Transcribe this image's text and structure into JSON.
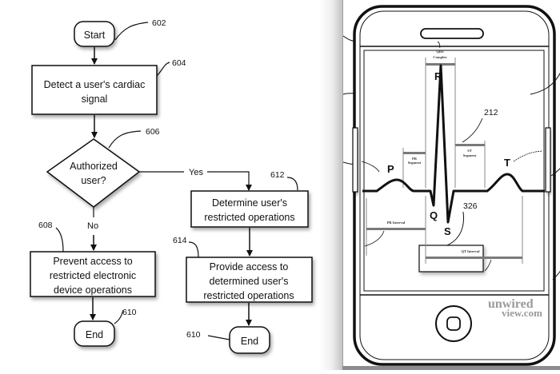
{
  "flowchart": {
    "nodes": {
      "start": {
        "label": "Start",
        "ref": "602"
      },
      "detect": {
        "line1": "Detect a user's cardiac",
        "line2": "signal",
        "ref": "604"
      },
      "decision": {
        "line1": "Authorized",
        "line2": "user?",
        "ref": "606"
      },
      "prevent": {
        "line1": "Prevent access to",
        "line2": "restricted electronic",
        "line3": "device operations",
        "ref": "608"
      },
      "determine": {
        "line1": "Determine user's",
        "line2": "restricted operations",
        "ref": "612"
      },
      "provide": {
        "line1": "Provide access to",
        "line2": "determined user's",
        "line3": "restricted operations",
        "ref": "614"
      },
      "end_left": {
        "label": "End",
        "ref": "610"
      },
      "end_right": {
        "label": "End",
        "ref": "610"
      }
    },
    "edges": {
      "yes_label": "Yes",
      "no_label": "No"
    }
  },
  "phone": {
    "ecg": {
      "waves": {
        "p": "P",
        "q": "Q",
        "r": "R",
        "s": "S",
        "t": "T"
      },
      "annotations": {
        "qrs_complex_line1": "QRS",
        "qrs_complex_line2": "Complex",
        "pr_segment_line1": "PR",
        "pr_segment_line2": "Segment",
        "st_segment_line1": "ST",
        "st_segment_line2": "Segment",
        "pr_interval": "PR Interval",
        "qt_interval": "QT Interval"
      },
      "refs": {
        "display": "212",
        "signal": "326"
      }
    },
    "watermark": {
      "line1": "unwired",
      "line2": "view.com"
    }
  },
  "colors": {
    "line": "#111111",
    "annotation_bar": "#7a7a7a",
    "panel_border": "#9e9e9e"
  }
}
